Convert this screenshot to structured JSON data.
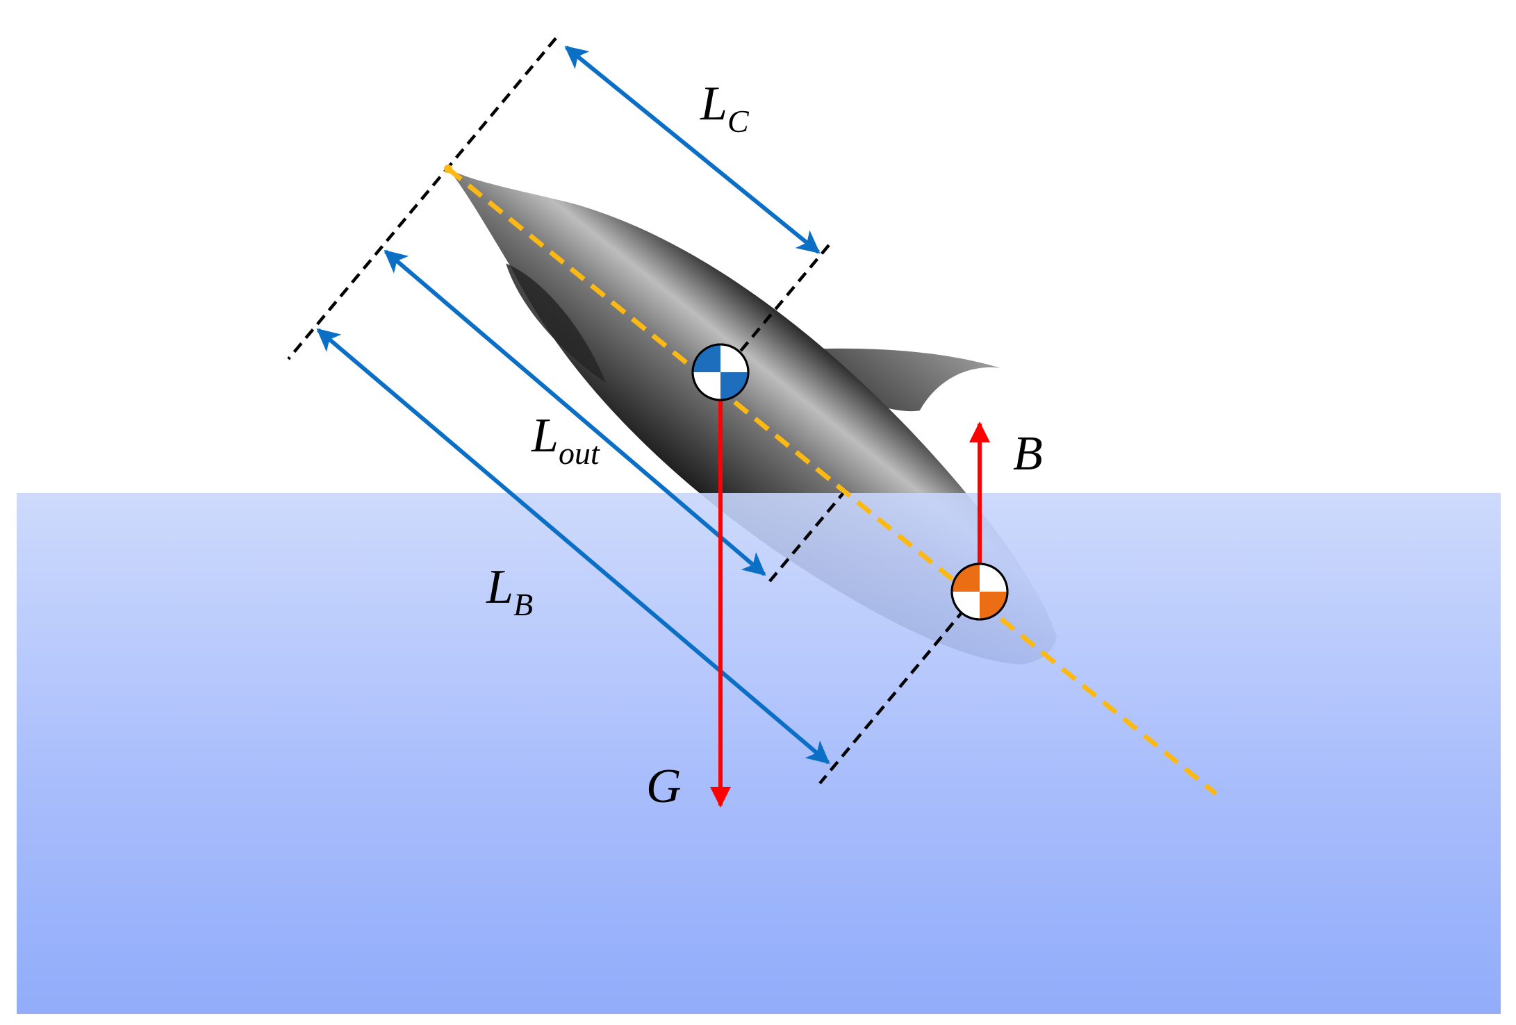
{
  "labels": {
    "lc": {
      "main": "L",
      "sub": "C"
    },
    "lout": {
      "main": "L",
      "sub": "out"
    },
    "lb": {
      "main": "L",
      "sub": "B"
    },
    "buoyancy": "B",
    "gravity": "G"
  },
  "colors": {
    "water_top": "#c8d6fc",
    "water_bottom": "#86a3fa",
    "dimension_arrow": "#0b6fc6",
    "force_arrow": "#ff0000",
    "axis_line": "#fdb913",
    "reference_line": "#000000",
    "center_of_gravity_marker": "#1d6fbd",
    "center_of_buoyancy_marker": "#ec6e14"
  },
  "icons": {
    "center_of_gravity": "blue-checkered-circle-icon",
    "center_of_buoyancy": "orange-checkered-circle-icon"
  }
}
